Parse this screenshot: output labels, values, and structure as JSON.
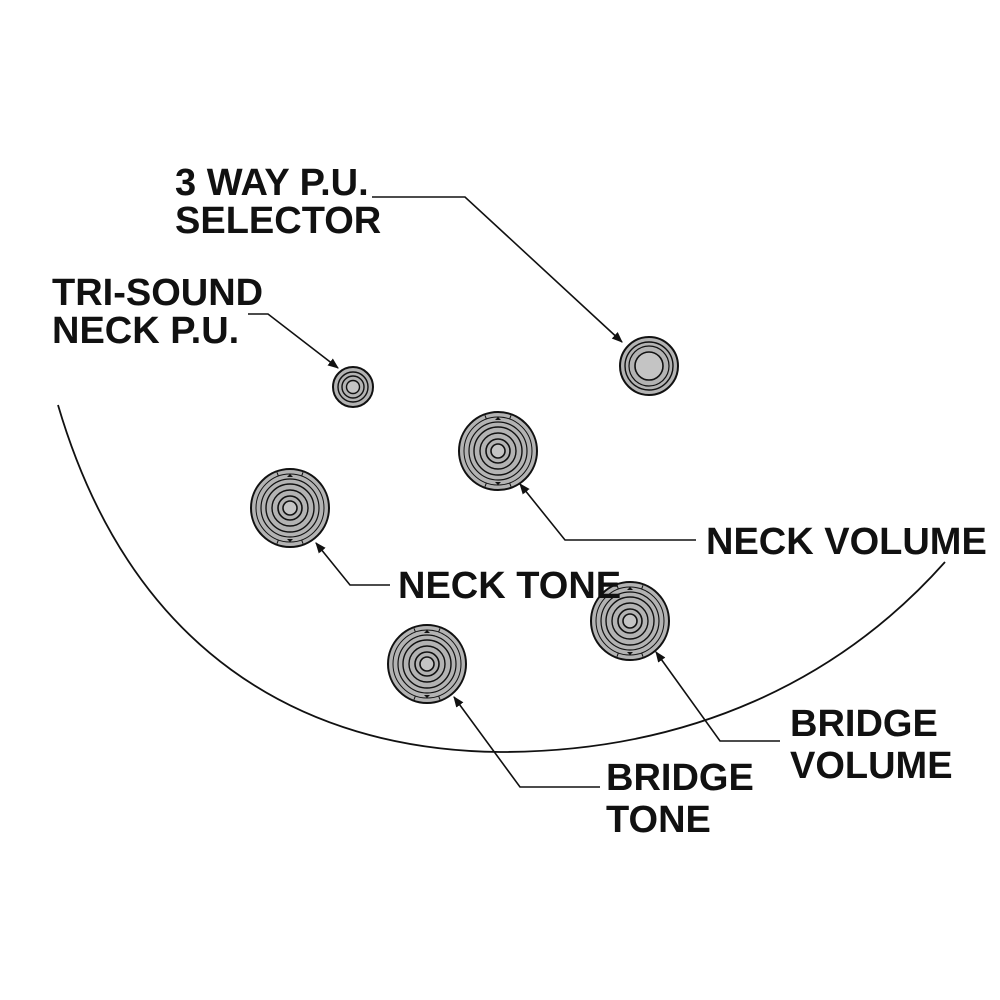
{
  "colors": {
    "knob_fill": "#b3b3b3",
    "knob_inner": "#c4c4c4",
    "line": "#111111",
    "background": "#ffffff"
  },
  "labels": {
    "selector": [
      "3 WAY P.U.",
      "SELECTOR"
    ],
    "tri_sound": [
      "TRI-SOUND",
      "NECK P.U."
    ],
    "neck_volume": [
      "NECK VOLUME"
    ],
    "neck_tone": [
      "NECK TONE"
    ],
    "bridge_volume": [
      "BRIDGE",
      "VOLUME"
    ],
    "bridge_tone": [
      "BRIDGE",
      "TONE"
    ]
  },
  "controls": [
    {
      "id": "selector",
      "kind": "switch",
      "icon": "selector-switch-icon"
    },
    {
      "id": "tri_sound",
      "kind": "mini-switch",
      "icon": "mini-switch-icon"
    },
    {
      "id": "neck_volume",
      "kind": "knob",
      "icon": "knob-icon"
    },
    {
      "id": "neck_tone",
      "kind": "knob",
      "icon": "knob-icon"
    },
    {
      "id": "bridge_volume",
      "kind": "knob",
      "icon": "knob-icon"
    },
    {
      "id": "bridge_tone",
      "kind": "knob",
      "icon": "knob-icon"
    }
  ]
}
